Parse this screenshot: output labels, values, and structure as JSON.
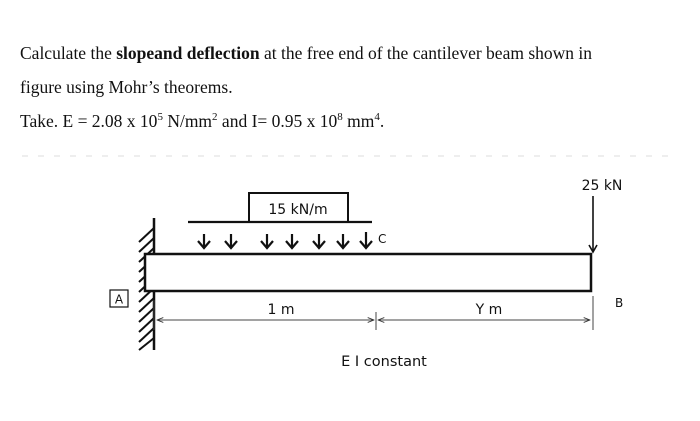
{
  "problem": {
    "line1_pre": "Calculate the ",
    "bold1": "slopeand",
    "line1_mid": " ",
    "bold2": "deflection",
    "line1_post": " at the free end of the cantilever beam shown in",
    "line2": "figure using Mohr’s theorems.",
    "take_pre": "Take. E = 2.08 x 10",
    "e_exp": "5",
    "take_mid": " N/mm",
    "e_unit_exp": "2",
    "take_mid2": " and I= 0.95 x 10",
    "i_exp": "8",
    "take_mid3": " mm",
    "i_unit_exp": "4",
    "take_end": "."
  },
  "figure": {
    "udl_label": "15 kN/m",
    "point_load_label": "25 kN",
    "support_label": "A",
    "point_c_label": "C",
    "point_b_label": "B",
    "dim1_label": "1 m",
    "dim2_label": "Y m",
    "ei_label": "E I constant"
  }
}
